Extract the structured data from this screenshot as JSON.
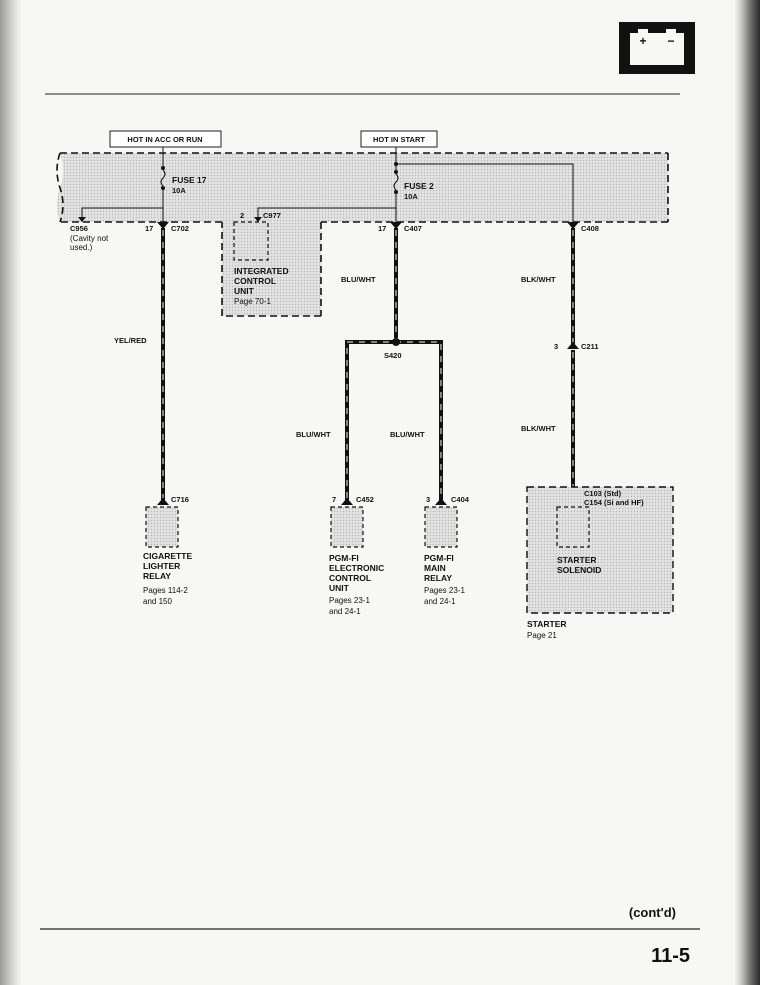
{
  "header": {
    "battery_plus": "+",
    "battery_minus": "−"
  },
  "power_labels": {
    "hot_acc_run": "HOT IN ACC OR RUN",
    "hot_start": "HOT IN START"
  },
  "fuses": [
    {
      "name": "FUSE 17",
      "rating": "10A"
    },
    {
      "name": "FUSE 2",
      "rating": "10A"
    }
  ],
  "connectors": {
    "c956": "C956",
    "c956_note_1": "(Cavity not",
    "c956_note_2": "used.)",
    "c702_pin": "17",
    "c702": "C702",
    "c977_pin": "2",
    "c977": "C977",
    "c407_pin": "17",
    "c407": "C407",
    "c408": "C408",
    "c211_pin": "3",
    "c211": "C211",
    "s420": "S420",
    "c716": "C716",
    "c452_pin": "7",
    "c452": "C452",
    "c404_pin": "3",
    "c404": "C404",
    "c103": "C103 (Std)",
    "c154": "C154 (Si and HF)"
  },
  "wires": {
    "yel_red": "YEL/RED",
    "blu_wht_main": "BLU/WHT",
    "blu_wht_left": "BLU/WHT",
    "blu_wht_right": "BLU/WHT",
    "blk_wht_top": "BLK/WHT",
    "blk_wht_bottom": "BLK/WHT"
  },
  "components": {
    "icu": {
      "line1": "INTEGRATED",
      "line2": "CONTROL",
      "line3": "UNIT",
      "page": "Page 70-1"
    },
    "cig": {
      "line1": "CIGARETTE",
      "line2": "LIGHTER",
      "line3": "RELAY",
      "page1": "Pages 114-2",
      "page2": "and 150"
    },
    "ecu": {
      "line1": "PGM-FI",
      "line2": "ELECTRONIC",
      "line3": "CONTROL",
      "line4": "UNIT",
      "page1": "Pages 23-1",
      "page2": "and 24-1"
    },
    "main_relay": {
      "line1": "PGM-FI",
      "line2": "MAIN",
      "line3": "RELAY",
      "page1": "Pages 23-1",
      "page2": "and 24-1"
    },
    "solenoid": {
      "line1": "STARTER",
      "line2": "SOLENOID"
    },
    "starter": {
      "line1": "STARTER",
      "page": "Page 21"
    }
  },
  "footer": {
    "contd": "(cont'd)",
    "page_number": "11-5"
  }
}
